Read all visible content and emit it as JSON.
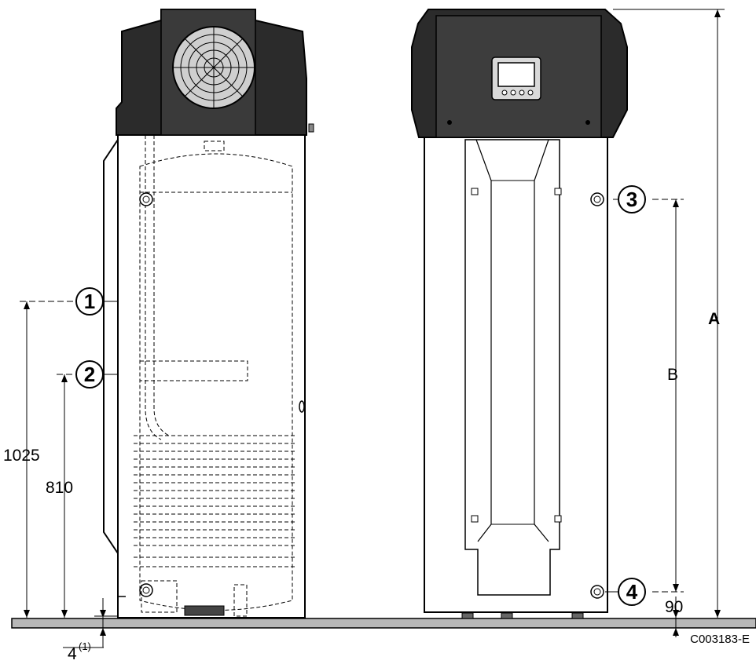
{
  "drawing_ref": "C003183-E",
  "callouts": {
    "c1": "1",
    "c2": "2",
    "c3": "3",
    "c4": "4"
  },
  "dimensions": {
    "d1025": "1025",
    "d810": "810",
    "d90": "90",
    "dA": "A",
    "dB": "B",
    "d4": "4",
    "d4_note": "(1)"
  },
  "colors": {
    "floor": "#b8b8b8",
    "head": "#2b2b2b",
    "outline": "#000000"
  }
}
